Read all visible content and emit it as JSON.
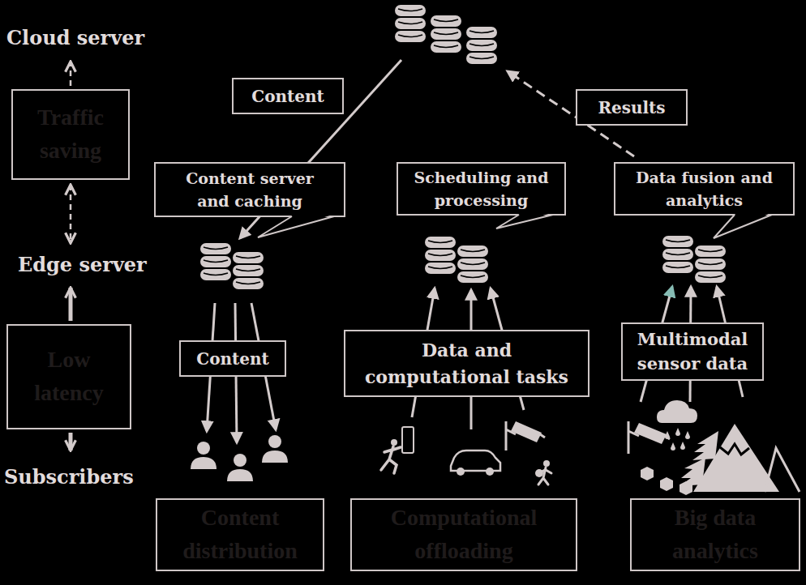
{
  "diagram": {
    "nodes": [
      {
        "text": [
          "Traffic saving"
        ]
      },
      {
        "text": [
          "Low latency"
        ]
      },
      {
        "text": [
          "Content"
        ]
      },
      {
        "text": [
          "Results"
        ]
      },
      {
        "text": [
          "Content server and caching"
        ]
      },
      {
        "text": [
          "Scheduling and processing"
        ]
      },
      {
        "text": [
          "Data fusion and analytics"
        ]
      },
      {
        "text": [
          "Content"
        ]
      },
      {
        "text": [
          "Data and computational tasks"
        ]
      },
      {
        "text": [
          "Multimodal sensor data"
        ]
      },
      {
        "text": [
          "Content distribution"
        ]
      },
      {
        "text": [
          "Computational offloading"
        ]
      },
      {
        "text": [
          "Big data analytics"
        ]
      }
    ],
    "labels": [
      "Cloud server",
      "Edge server",
      "Subscribers"
    ]
  }
}
